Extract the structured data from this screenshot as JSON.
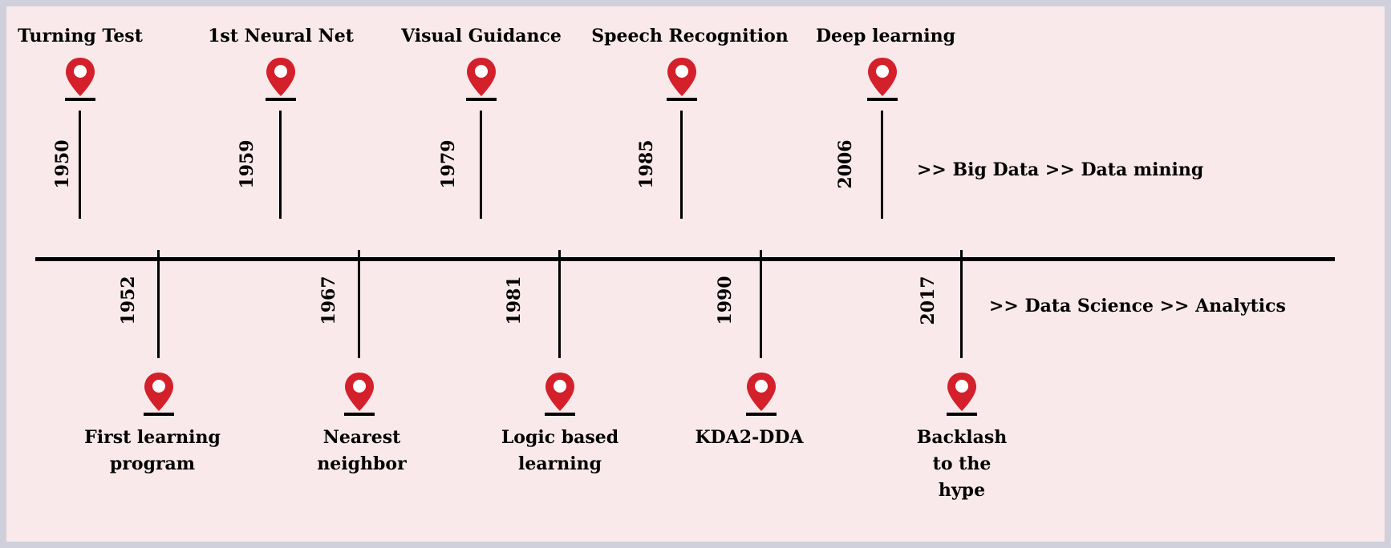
{
  "colors": {
    "pin": "#d4202b",
    "background": "#f9e9ea",
    "frame": "#cfd0dc",
    "line": "#000000"
  },
  "top_events": [
    {
      "year": "1950",
      "label": "Turning Test"
    },
    {
      "year": "1959",
      "label": "1st Neural Net"
    },
    {
      "year": "1979",
      "label": "Visual Guidance"
    },
    {
      "year": "1985",
      "label": "Speech Recognition"
    },
    {
      "year": "2006",
      "label": "Deep learning"
    }
  ],
  "bottom_events": [
    {
      "year": "1952",
      "label": "First learning program"
    },
    {
      "year": "1967",
      "label": "Nearest neighbor"
    },
    {
      "year": "1981",
      "label": "Logic based learning"
    },
    {
      "year": "1990",
      "label": "KDA2-DDA"
    },
    {
      "year": "2017",
      "label": "Backlash to the hype"
    }
  ],
  "notes": {
    "top": ">> Big Data >> Data mining",
    "bottom": ">> Data Science >> Analytics"
  }
}
